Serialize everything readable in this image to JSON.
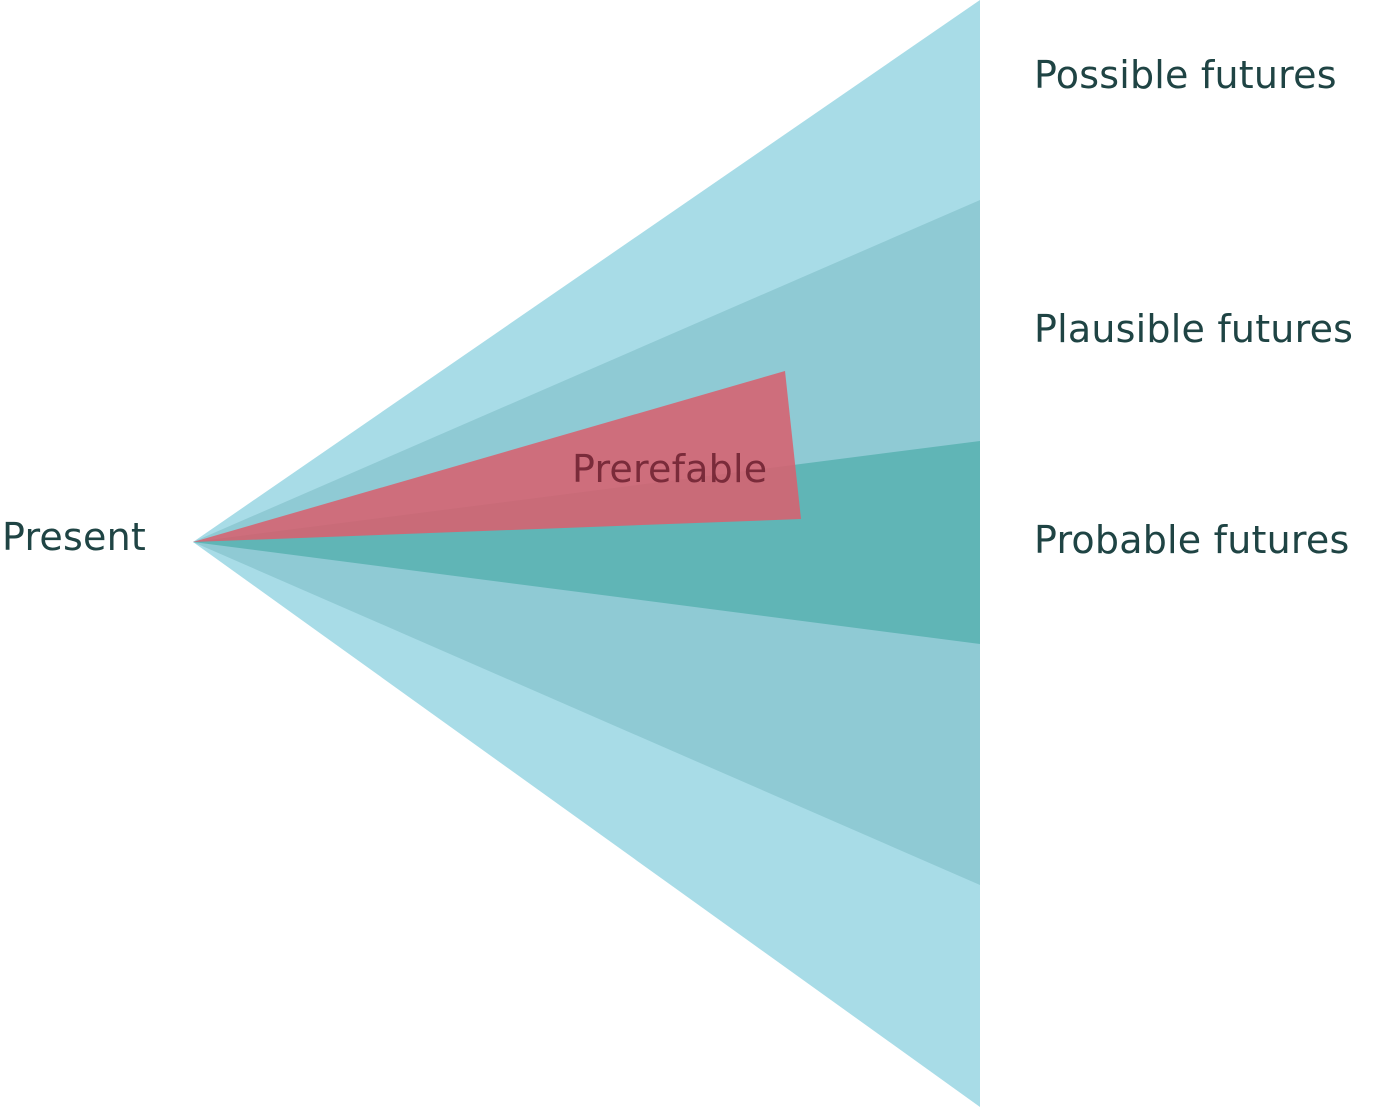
{
  "labels": {
    "present": "Present",
    "possible": "Possible futures",
    "plausible": "Plausible futures",
    "probable": "Probable futures",
    "preferable": "Prerefable"
  },
  "colors": {
    "possible": "#a8dce7",
    "plausible": "#8fcad4",
    "probable": "#60b5b6",
    "preferable": "#d7616f",
    "text": "#1f4444",
    "preferable_text": "#7a2b3a"
  }
}
